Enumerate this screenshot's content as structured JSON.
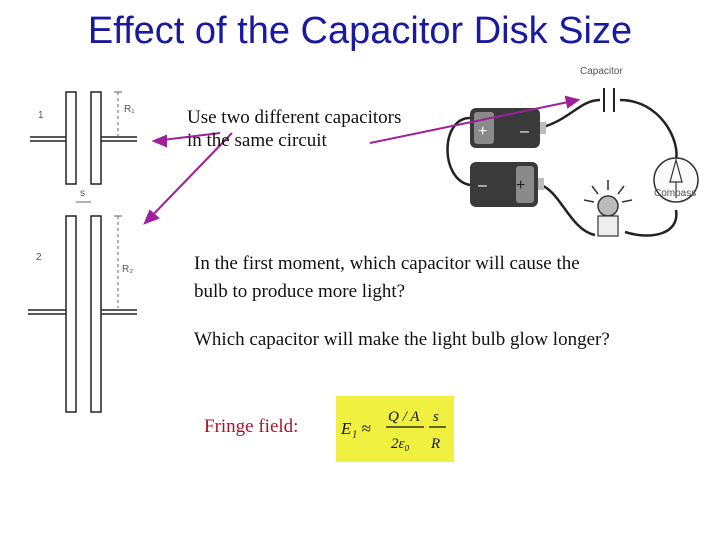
{
  "title": "Effect of the Capacitor Disk Size",
  "capacitor_diagram": {
    "label_1": "1",
    "label_2": "2",
    "r1_label": "R₁",
    "r2_label": "R₂",
    "s_label": "s"
  },
  "circuit": {
    "capacitor_label": "Capacitor",
    "compass_label": "Compass"
  },
  "note_capacitors": [
    "Use two different capacitors",
    "in the same circuit"
  ],
  "question_1": [
    "In the first moment, which capacitor will cause the",
    "bulb to produce more light?"
  ],
  "question_2": "Which capacitor will make the light bulb glow longer?",
  "fringe_label": "Fringe field:",
  "formula": {
    "lhs": "E₁ ≈",
    "numerator_1": "Q / A",
    "denominator_1": "2ε₀",
    "numerator_2": "s",
    "denominator_2": "R"
  },
  "colors": {
    "title": "#1a1aa0",
    "arrow": "#a0209a",
    "fringe": "#b0102a",
    "formula_bg": "#f0f040"
  }
}
